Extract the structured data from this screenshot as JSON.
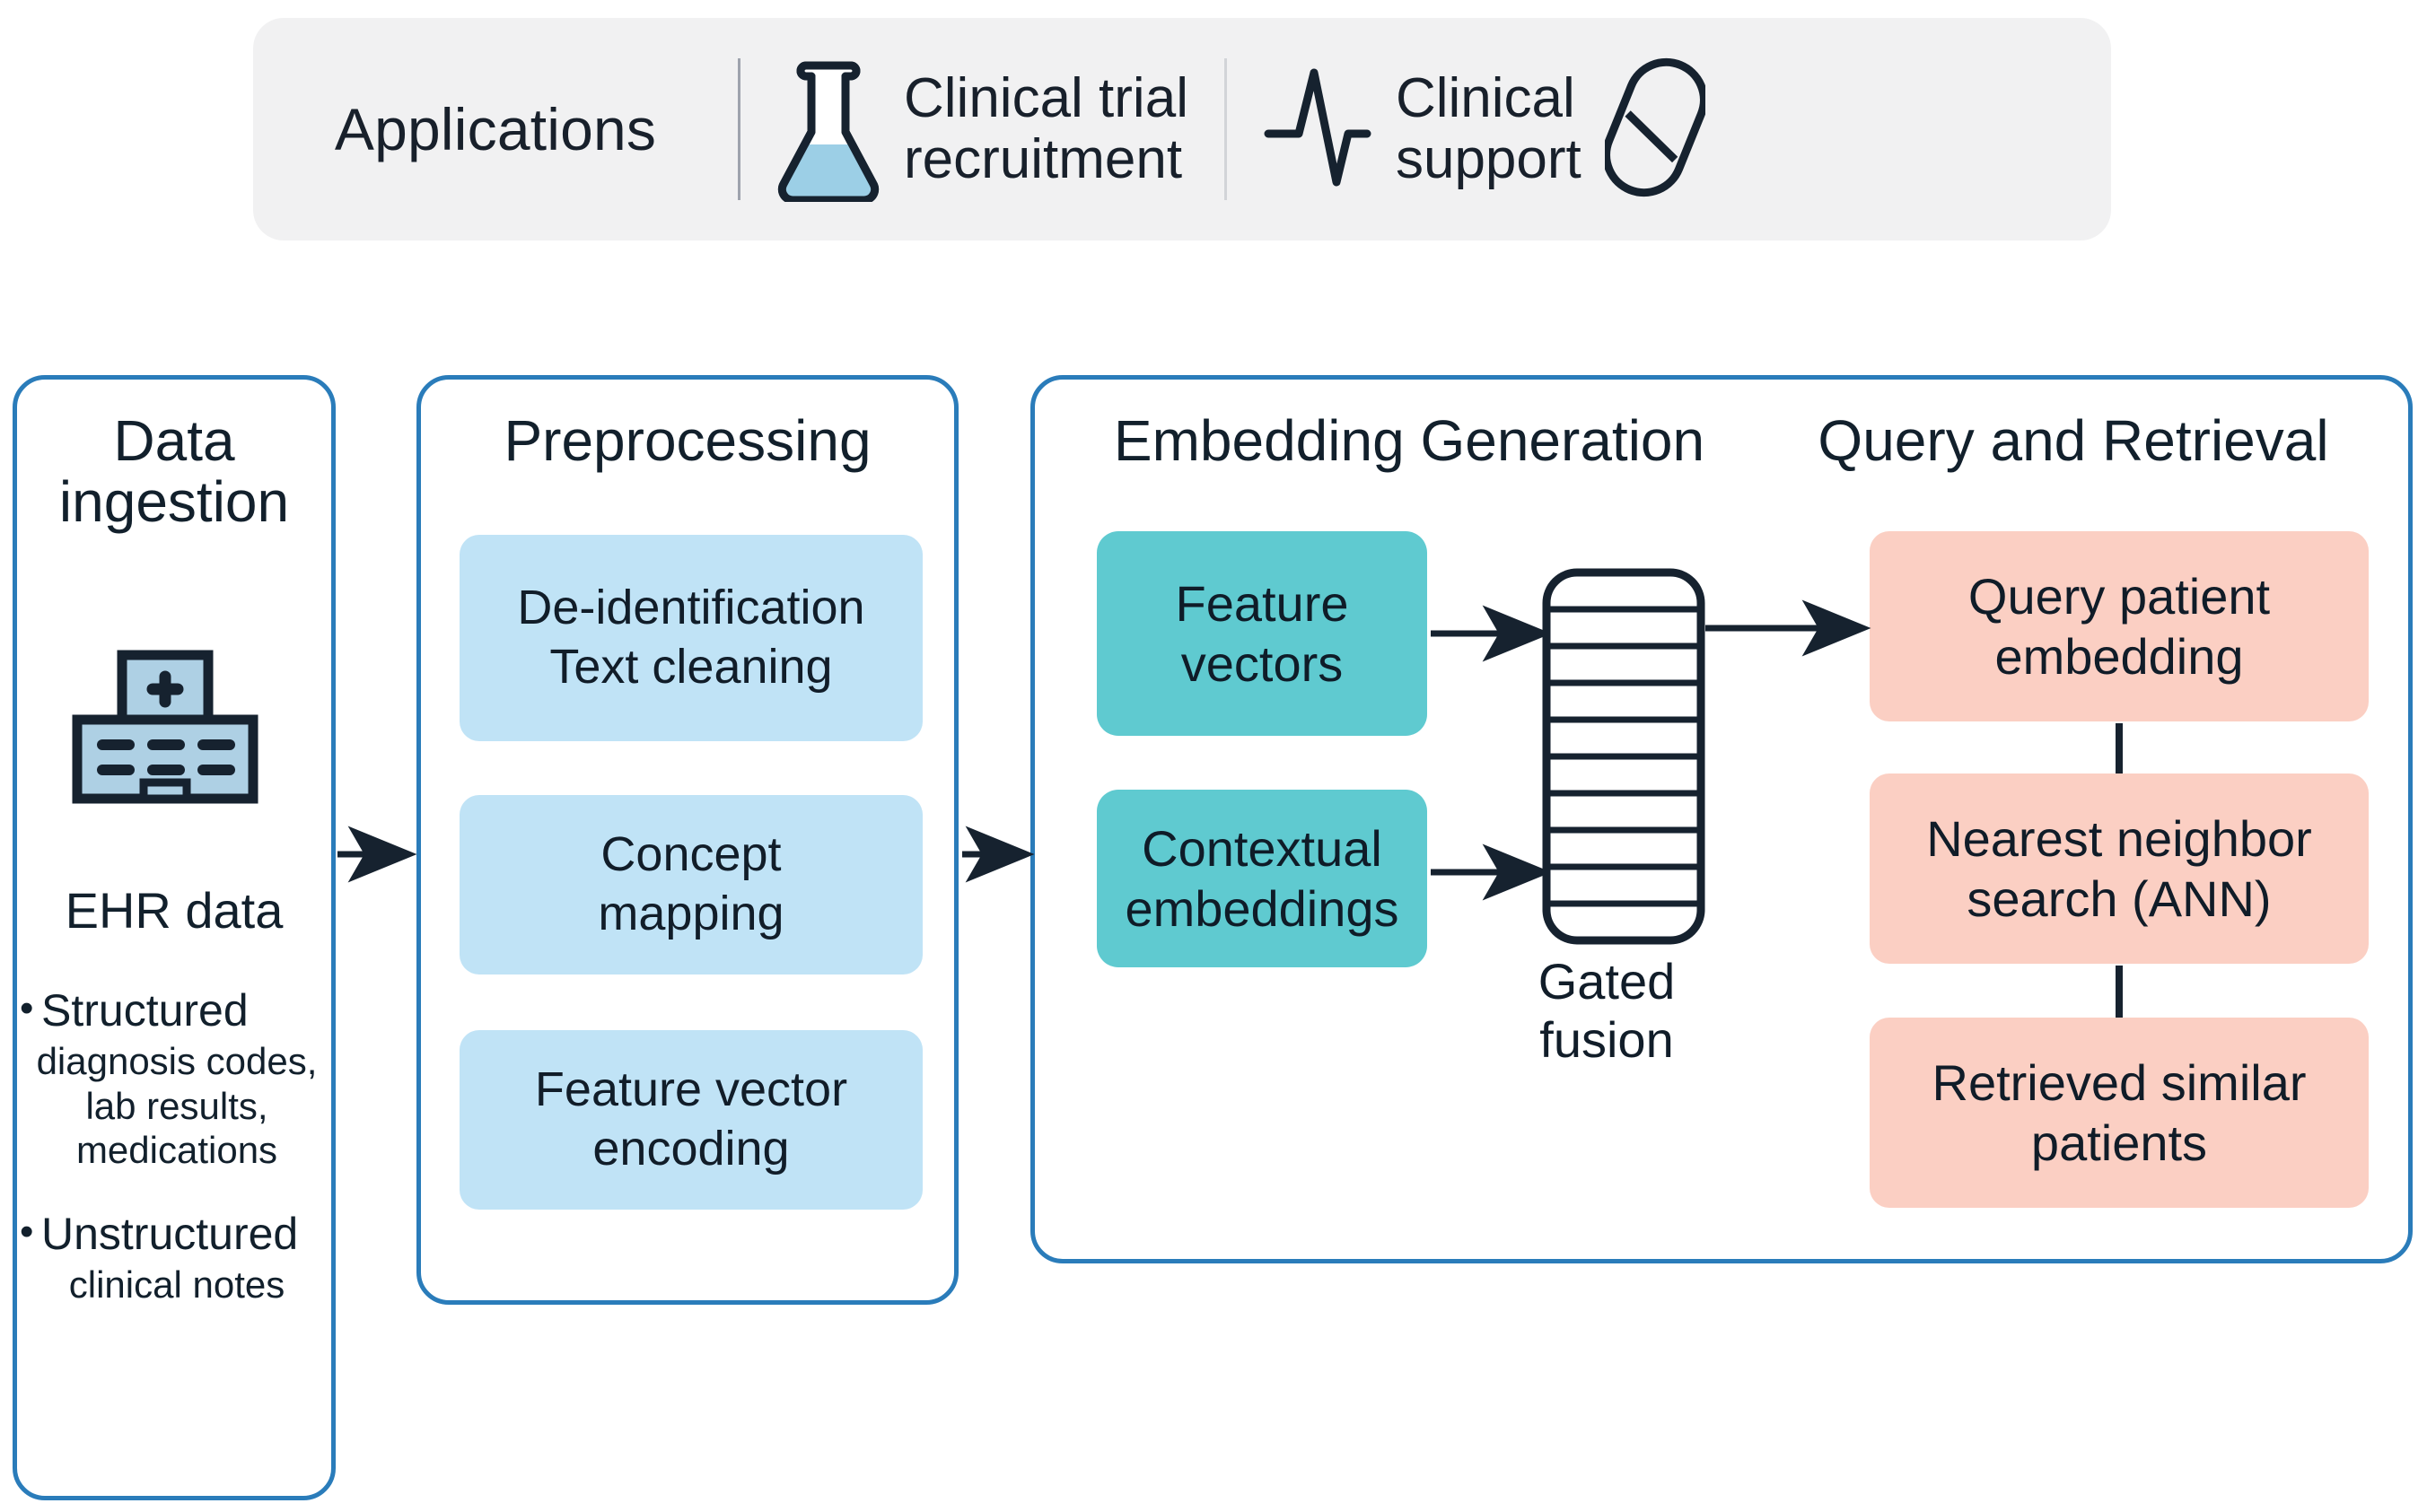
{
  "header": {
    "title": "Applications",
    "items": [
      {
        "icon": "flask-icon",
        "label": "Clinical trial\nrecruitment"
      },
      {
        "icon": "pulse-icon",
        "label": "Clinical\nsupport",
        "icon_right": "pill-icon"
      }
    ]
  },
  "panels": {
    "ingestion": {
      "title": "Data\ningestion",
      "icon": "hospital-icon",
      "subtitle": "EHR data",
      "bullets": [
        {
          "bullet": "•",
          "label": "Structured",
          "detail": "diagnosis codes, lab results, medications"
        },
        {
          "bullet": "•",
          "label": "Unstructured",
          "detail": "clinical notes"
        }
      ]
    },
    "preprocessing": {
      "title": "Preprocessing",
      "steps": [
        {
          "lines": [
            "De-identification",
            "Text cleaning"
          ]
        },
        {
          "lines": [
            "Concept",
            "mapping"
          ]
        },
        {
          "lines": [
            "Feature vector",
            "encoding"
          ]
        }
      ]
    },
    "embedding": {
      "title": "Embedding Generation",
      "inputs": [
        {
          "lines": [
            "Feature",
            "vectors"
          ]
        },
        {
          "lines": [
            "Contextual",
            "embeddings"
          ]
        }
      ],
      "fusion": {
        "label": "Gated\nfusion",
        "rows": 10
      }
    },
    "retrieval": {
      "title": "Query and Retrieval",
      "steps": [
        {
          "lines": [
            "Query patient",
            "embedding"
          ]
        },
        {
          "lines": [
            "Nearest neighbor",
            "search (ANN)"
          ]
        },
        {
          "lines": [
            "Retrieved similar",
            "patients"
          ]
        }
      ]
    }
  },
  "colors": {
    "panel_border": "#2a7cba",
    "header_bg": "#f1f1f2",
    "light_blue": "#c0e3f6",
    "teal": "#5fcad0",
    "pink": "#fbcfc3",
    "ink": "#12202c"
  }
}
